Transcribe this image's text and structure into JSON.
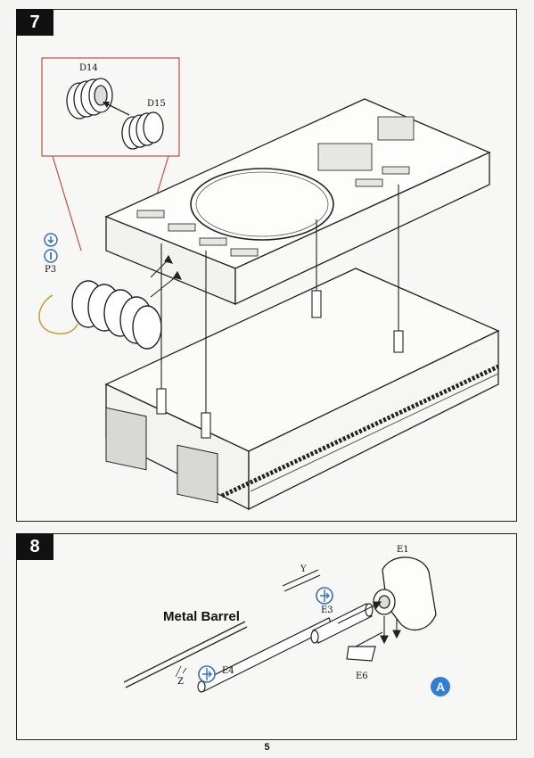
{
  "steps": [
    {
      "number": "7",
      "parts": {
        "d14": "D14",
        "d15": "D15",
        "p3": "P3"
      }
    },
    {
      "number": "8",
      "metal_label": "Metal Barrel",
      "parts": {
        "e1": "E1",
        "y": "Y",
        "e3": "E3",
        "z": "Z",
        "e4": "E4",
        "e6": "E6"
      },
      "marker": "A"
    }
  ],
  "page_number": "5",
  "colors": {
    "callout_red": "#c0503c",
    "symbol_blue": "#2f6fd0",
    "marker_blue": "#2d7fd8",
    "line": "#222222"
  }
}
